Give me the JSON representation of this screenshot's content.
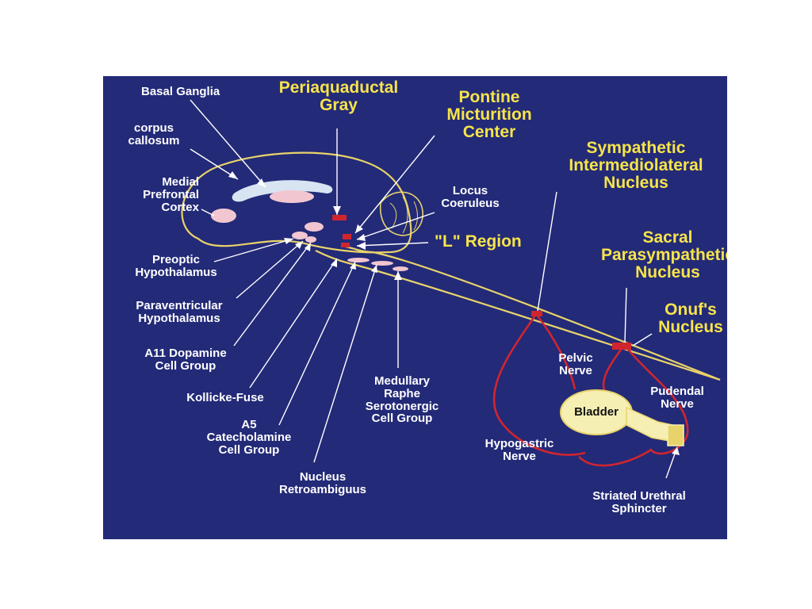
{
  "colors": {
    "background": "#232a78",
    "pathway": "#e8d36a",
    "nerve": "#d1252e",
    "label_white": "#ffffff",
    "label_yellow": "#f7e44a",
    "bladder_fill": "#f6efb4",
    "structure_pink": "#f2c6d0",
    "corpus_callosum": "#d8e4f2"
  },
  "labels": {
    "basal_ganglia": "Basal Ganglia",
    "corpus_callosum": "corpus\ncallosum",
    "medial_prefrontal_cortex": "Medial\nPrefrontal\nCortex",
    "periaquaductal_gray": "Periaquaductal\nGray",
    "pontine_micturition_center": "Pontine\nMicturition\nCenter",
    "sympathetic_intermediolateral_nucleus": "Sympathetic\nIntermediolateral\nNucleus",
    "locus_coeruleus": "Locus\nCoeruleus",
    "l_region": "\"L\" Region",
    "sacral_parasympathetic_nucleus": "Sacral\nParasympathetic\nNucleus",
    "onufs_nucleus": "Onuf's\nNucleus",
    "preoptic_hypothalamus": "Preoptic\nHypothalamus",
    "paraventricular_hypothalamus": "Paraventricular\nHypothalamus",
    "a11_dopamine_cell_group": "A11 Dopamine\nCell Group",
    "kollicke_fuse": "Kollicke-Fuse",
    "a5_catecholamine_cell_group": "A5\nCatecholamine\nCell Group",
    "nucleus_retroambiguus": "Nucleus\nRetroambiguus",
    "medullary_raphe_serotonergic_cell_group": "Medullary\nRaphe\nSerotonergic\nCell Group",
    "pelvic_nerve": "Pelvic\nNerve",
    "pudendal_nerve": "Pudendal\nNerve",
    "bladder": "Bladder",
    "hypogastric_nerve": "Hypogastric\nNerve",
    "striated_urethral_sphincter": "Striated Urethral\nSphincter"
  }
}
